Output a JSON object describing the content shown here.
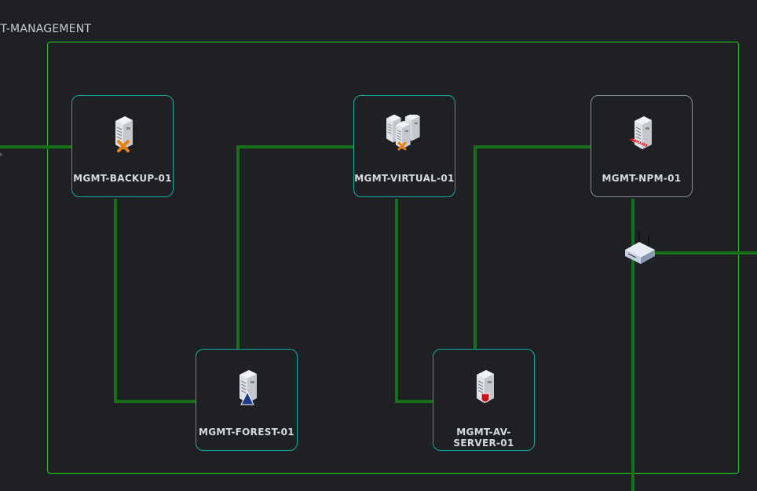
{
  "group": {
    "label": "IT-MANAGEMENT",
    "border_color": "#1fb51f"
  },
  "link_color": "#176f17",
  "nodes": [
    {
      "id": "backup",
      "label": "MGMT-BACKUP-01",
      "icon": "server-backup-icon"
    },
    {
      "id": "virtual",
      "label": "MGMT-VIRTUAL-01",
      "icon": "server-cluster-icon"
    },
    {
      "id": "npm",
      "label": "MGMT-NPM-01",
      "icon": "server-zabbix-icon",
      "badge": "ZABBIX"
    },
    {
      "id": "forest",
      "label": "MGMT-FOREST-01",
      "icon": "server-directory-icon"
    },
    {
      "id": "av",
      "label": "MGMT-AV-SERVER-01",
      "icon": "server-antivirus-icon"
    }
  ],
  "router": {
    "icon": "router-icon"
  }
}
